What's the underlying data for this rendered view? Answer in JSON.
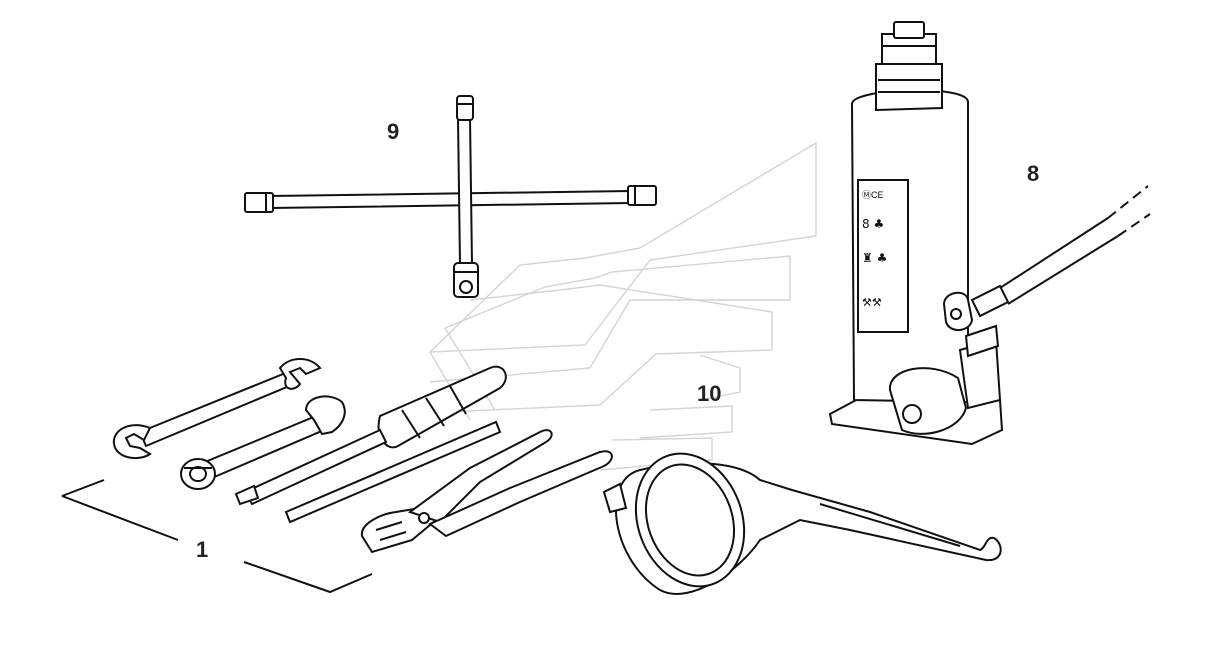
{
  "callouts": {
    "wrench_set": "1",
    "bottle_jack": "8",
    "cross_wrench": "9",
    "oil_funnel": "10"
  },
  "colors": {
    "line": "#111111",
    "watermark": "#d4d4d4",
    "label": "#222222"
  }
}
